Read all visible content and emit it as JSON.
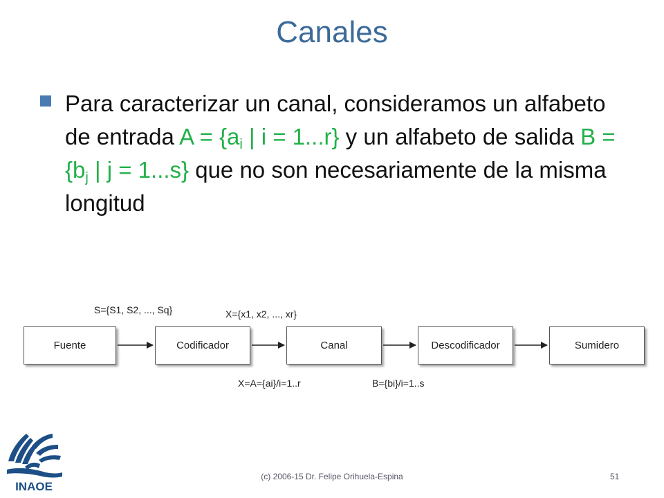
{
  "slide": {
    "title": "Canales",
    "bullet": {
      "t1": "Para caracterizar un canal, consideramos un alfabeto de entrada ",
      "a_pre": "A = {a",
      "a_sub": "i",
      "a_post": " | i = 1...r}",
      "t2": " y un alfabeto de salida ",
      "b_pre": "B = {b",
      "b_sub": "j",
      "b_post": " | j = 1...s}",
      "t3": " que no son necesariamente de la misma longitud"
    },
    "colors": {
      "title": "#3c6a99",
      "highlight": "#22b04a",
      "bullet": "#4a7bb0"
    }
  },
  "diagram": {
    "boxes": [
      "Fuente",
      "Codificador",
      "Canal",
      "Descodificador",
      "Sumidero"
    ],
    "labels": {
      "source_symbols": "S={S1, S2, ..., Sq}",
      "code_symbols": "X={x1, x2, ..., xr}",
      "input_alphabet": "X=A={ai}/i=1..r",
      "output_alphabet": "B={bi}/i=1..s"
    }
  },
  "footer": {
    "credit": "(c) 2006-15 Dr. Felipe Orihuela-Espina",
    "page": "51"
  },
  "logo": {
    "text": "INAOE"
  }
}
